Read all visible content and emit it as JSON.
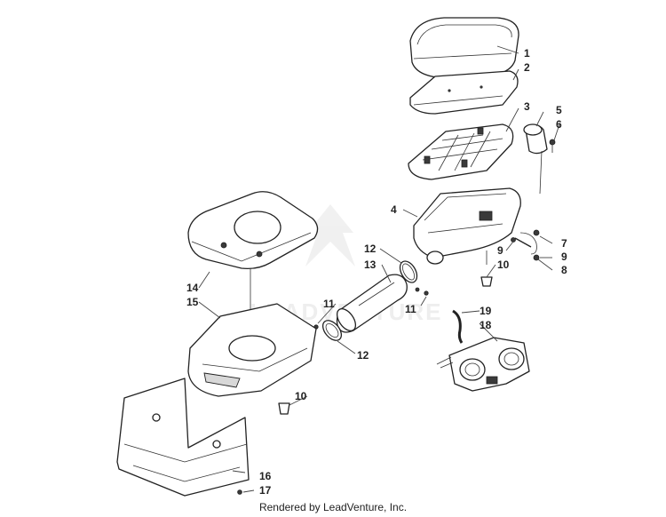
{
  "callouts": [
    {
      "id": "c1",
      "text": "1"
    },
    {
      "id": "c2",
      "text": "2"
    },
    {
      "id": "c3",
      "text": "3"
    },
    {
      "id": "c4",
      "text": "4"
    },
    {
      "id": "c5",
      "text": "5"
    },
    {
      "id": "c6",
      "text": "6"
    },
    {
      "id": "c7",
      "text": "7"
    },
    {
      "id": "c8",
      "text": "8"
    },
    {
      "id": "c9a",
      "text": "9"
    },
    {
      "id": "c9b",
      "text": "9"
    },
    {
      "id": "c10a",
      "text": "10"
    },
    {
      "id": "c10b",
      "text": "10"
    },
    {
      "id": "c11a",
      "text": "11"
    },
    {
      "id": "c11b",
      "text": "11"
    },
    {
      "id": "c12a",
      "text": "12"
    },
    {
      "id": "c12b",
      "text": "12"
    },
    {
      "id": "c13",
      "text": "13"
    },
    {
      "id": "c14",
      "text": "14"
    },
    {
      "id": "c15",
      "text": "15"
    },
    {
      "id": "c16",
      "text": "16"
    },
    {
      "id": "c17",
      "text": "17"
    },
    {
      "id": "c18",
      "text": "18"
    },
    {
      "id": "c19",
      "text": "19"
    }
  ],
  "watermark": {
    "text": "LEADVENTURE"
  },
  "footer": {
    "text": "Rendered by LeadVenture, Inc."
  }
}
